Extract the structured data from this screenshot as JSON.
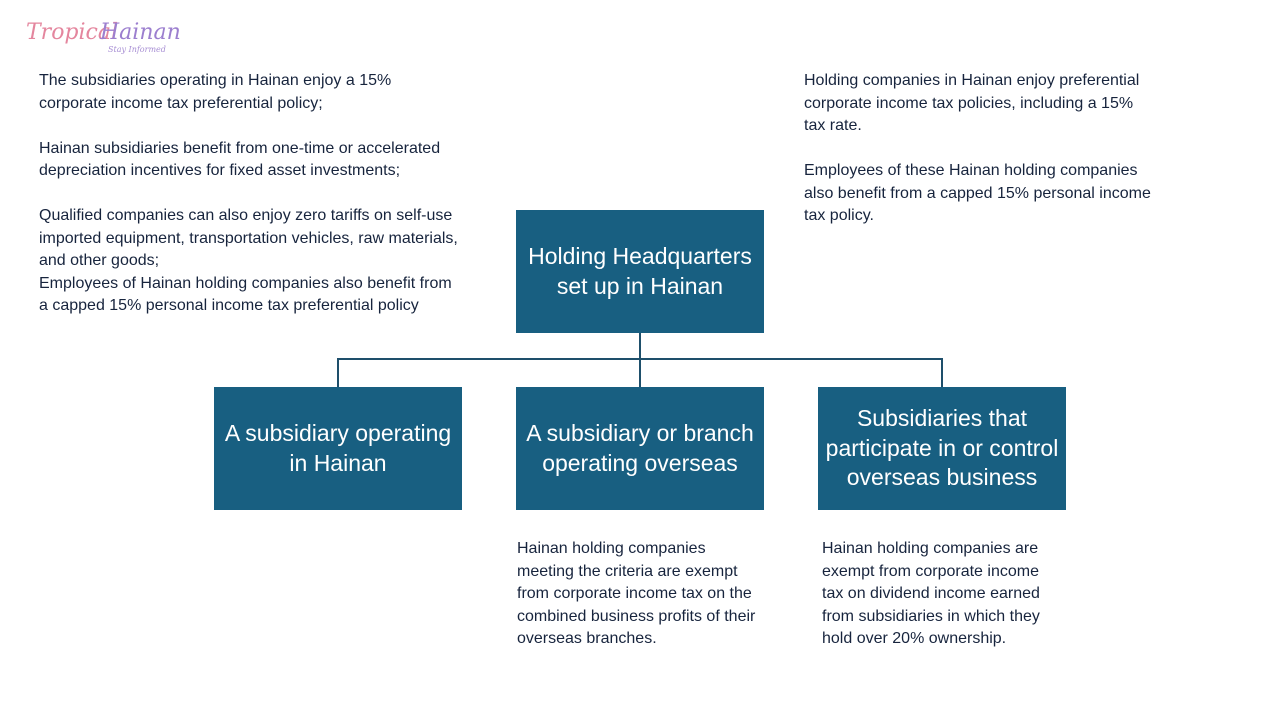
{
  "logo": {
    "word1": "Tropical",
    "word2": "Hainan",
    "tagline": "Stay Informed"
  },
  "notes": {
    "left": [
      "The subsidiaries operating in Hainan enjoy a 15% corporate income tax preferential policy;",
      "Hainan subsidiaries benefit from one-time or accelerated depreciation incentives for fixed asset investments;",
      "Qualified companies can also enjoy zero tariffs on self-use imported equipment, transportation vehicles, raw materials, and other goods;",
      "Employees of Hainan holding companies also benefit from a capped 15% personal income tax preferential policy"
    ],
    "right": [
      "Holding companies in Hainan enjoy preferential corporate income tax policies, including a 15% tax rate.",
      "Employees of these Hainan holding companies also benefit from a capped 15% personal income tax policy."
    ],
    "bottom_middle": "Hainan holding companies meeting the criteria are exempt from corporate income tax on the combined business profits of their overseas branches.",
    "bottom_right": "Hainan holding companies are exempt from corporate income tax on dividend income earned from subsidiaries in which they hold over 20% ownership."
  },
  "org_chart": {
    "root": "Holding Headquarters set up in Hainan",
    "children": [
      "A subsidiary operating in Hainan",
      "A subsidiary or branch operating overseas",
      "Subsidiaries that participate in or control overseas business"
    ]
  },
  "colors": {
    "box_fill": "#185f81",
    "connector": "#1e4f6b",
    "text": "#17243d"
  }
}
